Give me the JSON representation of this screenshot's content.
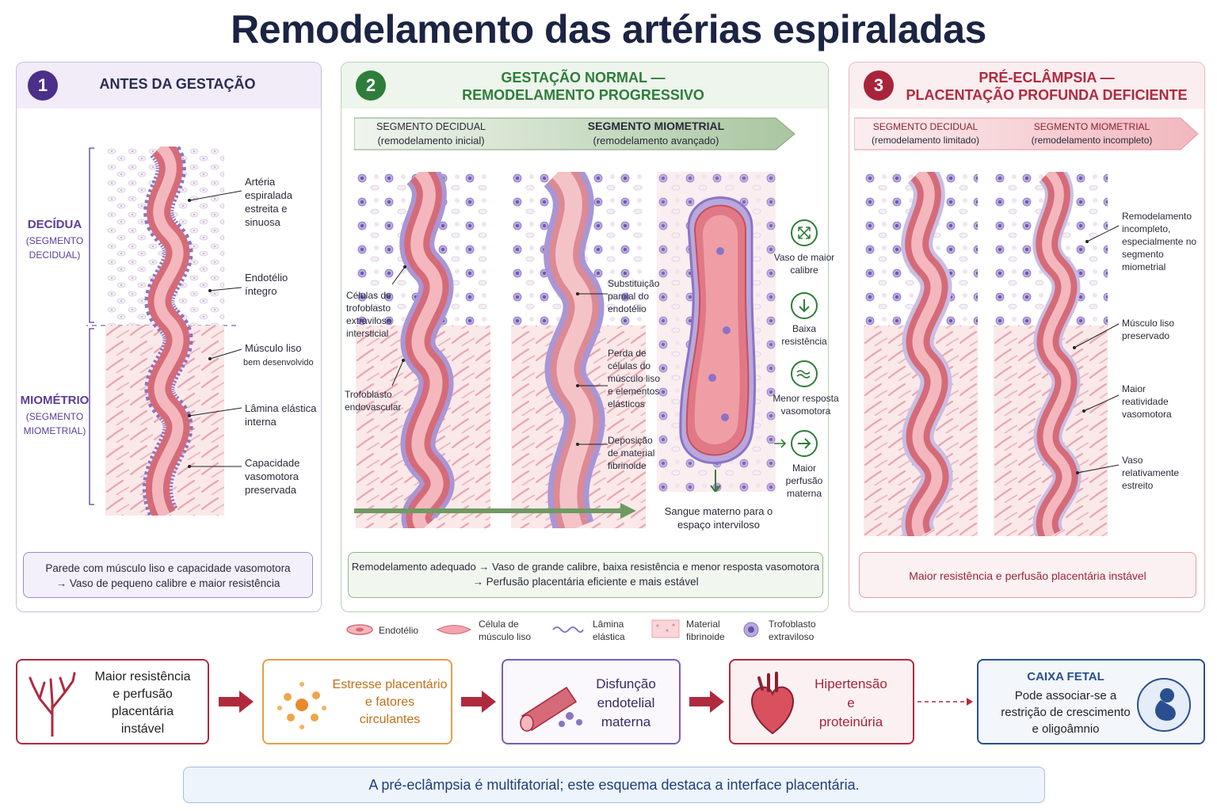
{
  "title": "Remodelamento das artérias espiraladas",
  "colors": {
    "purple": "#5b3d99",
    "green": "#3a7d3a",
    "red": "#b02a3e",
    "orange": "#d9892b",
    "blue": "#2a4f8f"
  },
  "panel1": {
    "number": "1",
    "heading": "ANTES DA GESTAÇÃO",
    "decidua_title": "DECÍDUA",
    "decidua_sub": "(SEGMENTO DECIDUAL)",
    "miometrio_title": "MIOMÉTRIO",
    "miometrio_sub": "(SEGMENTO MIOMETRIAL)",
    "labels": [
      "Artéria espiralada estreita e sinuosa",
      "Endotélio íntegro",
      "Músculo liso",
      "bem desenvolvido",
      "Lâmina elástica interna",
      "Capacidade vasomotora preservada"
    ],
    "summary_line1": "Parede com músculo liso e capacidade vasomotora",
    "summary_line2": "→ Vaso de pequeno calibre e maior resistência"
  },
  "panel2": {
    "number": "2",
    "heading_line1": "GESTAÇÃO NORMAL —",
    "heading_line2": "REMODELAMENTO PROGRESSIVO",
    "band_left_1": "SEGMENTO DECIDUAL",
    "band_left_2": "(remodelamento inicial)",
    "band_right_1": "SEGMENTO MIOMETRIAL",
    "band_right_2": "(remodelamento avançado)",
    "labels": [
      "Células de trofoblasto extraviloso intersticial",
      "Trofoblasto endovascular",
      "Substituição parcial do endotélio",
      "Perda de células do músculo liso e elementos elásticos",
      "Deposição de material fibrinoide"
    ],
    "icons": [
      {
        "icon": "expand-arrows-icon",
        "label": "Vaso de maior calibre"
      },
      {
        "icon": "arrow-down-icon",
        "label": "Baixa resistência"
      },
      {
        "icon": "wave-icon",
        "label": "Menor resposta vasomotora"
      },
      {
        "icon": "arrow-right-icon",
        "label": "Maior perfusão materna"
      }
    ],
    "blood_label": "Sangue materno para o espaço interviloso",
    "summary_line1": "Remodelamento adequado → Vaso de grande calibre, baixa resistência e menor resposta vasomotora",
    "summary_line2": "→ Perfusão placentária eficiente e mais estável"
  },
  "panel3": {
    "number": "3",
    "heading_line1": "PRÉ-ECLÂMPSIA —",
    "heading_line2": "PLACENTAÇÃO PROFUNDA DEFICIENTE",
    "band_left_1": "SEGMENTO DECIDUAL",
    "band_left_2": "(remodelamento limitado)",
    "band_right_1": "SEGMENTO MIOMETRIAL",
    "band_right_2": "(remodelamento incompleto)",
    "labels": [
      "Remodelamento incompleto, especialmente no segmento miometrial",
      "Músculo liso preservado",
      "Maior reatividade vasomotora",
      "Vaso relativamente estreito"
    ],
    "summary": "Maior resistência e perfusão placentária instável"
  },
  "legend": [
    {
      "icon": "endothelium-icon",
      "label": "Endotélio"
    },
    {
      "icon": "smooth-muscle-cell-icon",
      "label": "Célula de músculo liso"
    },
    {
      "icon": "elastic-lamina-icon",
      "label": "Lâmina elástica"
    },
    {
      "icon": "fibrinoid-material-icon",
      "label": "Material fibrinoide"
    },
    {
      "icon": "trophoblast-icon",
      "label": "Trofoblasto extraviloso"
    }
  ],
  "flow": [
    {
      "icon": "vessel-tree-icon",
      "line1": "Maior resistência",
      "line2": "e perfusão",
      "line3": "placentária",
      "line4": "instável"
    },
    {
      "icon": "particles-icon",
      "line1": "Estresse placentário",
      "line2": "e fatores",
      "line3": "circulantes"
    },
    {
      "icon": "vessel-icon",
      "line1": "Disfunção",
      "line2": "endotelial",
      "line3": "materna"
    },
    {
      "icon": "heart-icon",
      "line1": "Hipertensão",
      "line2": "e",
      "line3": "proteinúria"
    }
  ],
  "fetal_box": {
    "title": "CAIXA FETAL",
    "line1": "Pode associar-se a",
    "line2": "restrição de crescimento",
    "line3": "e oligoâmnio",
    "icon": "fetus-icon"
  },
  "footer": "A pré-eclâmpsia é multifatorial; este esquema destaca a interface placentária."
}
